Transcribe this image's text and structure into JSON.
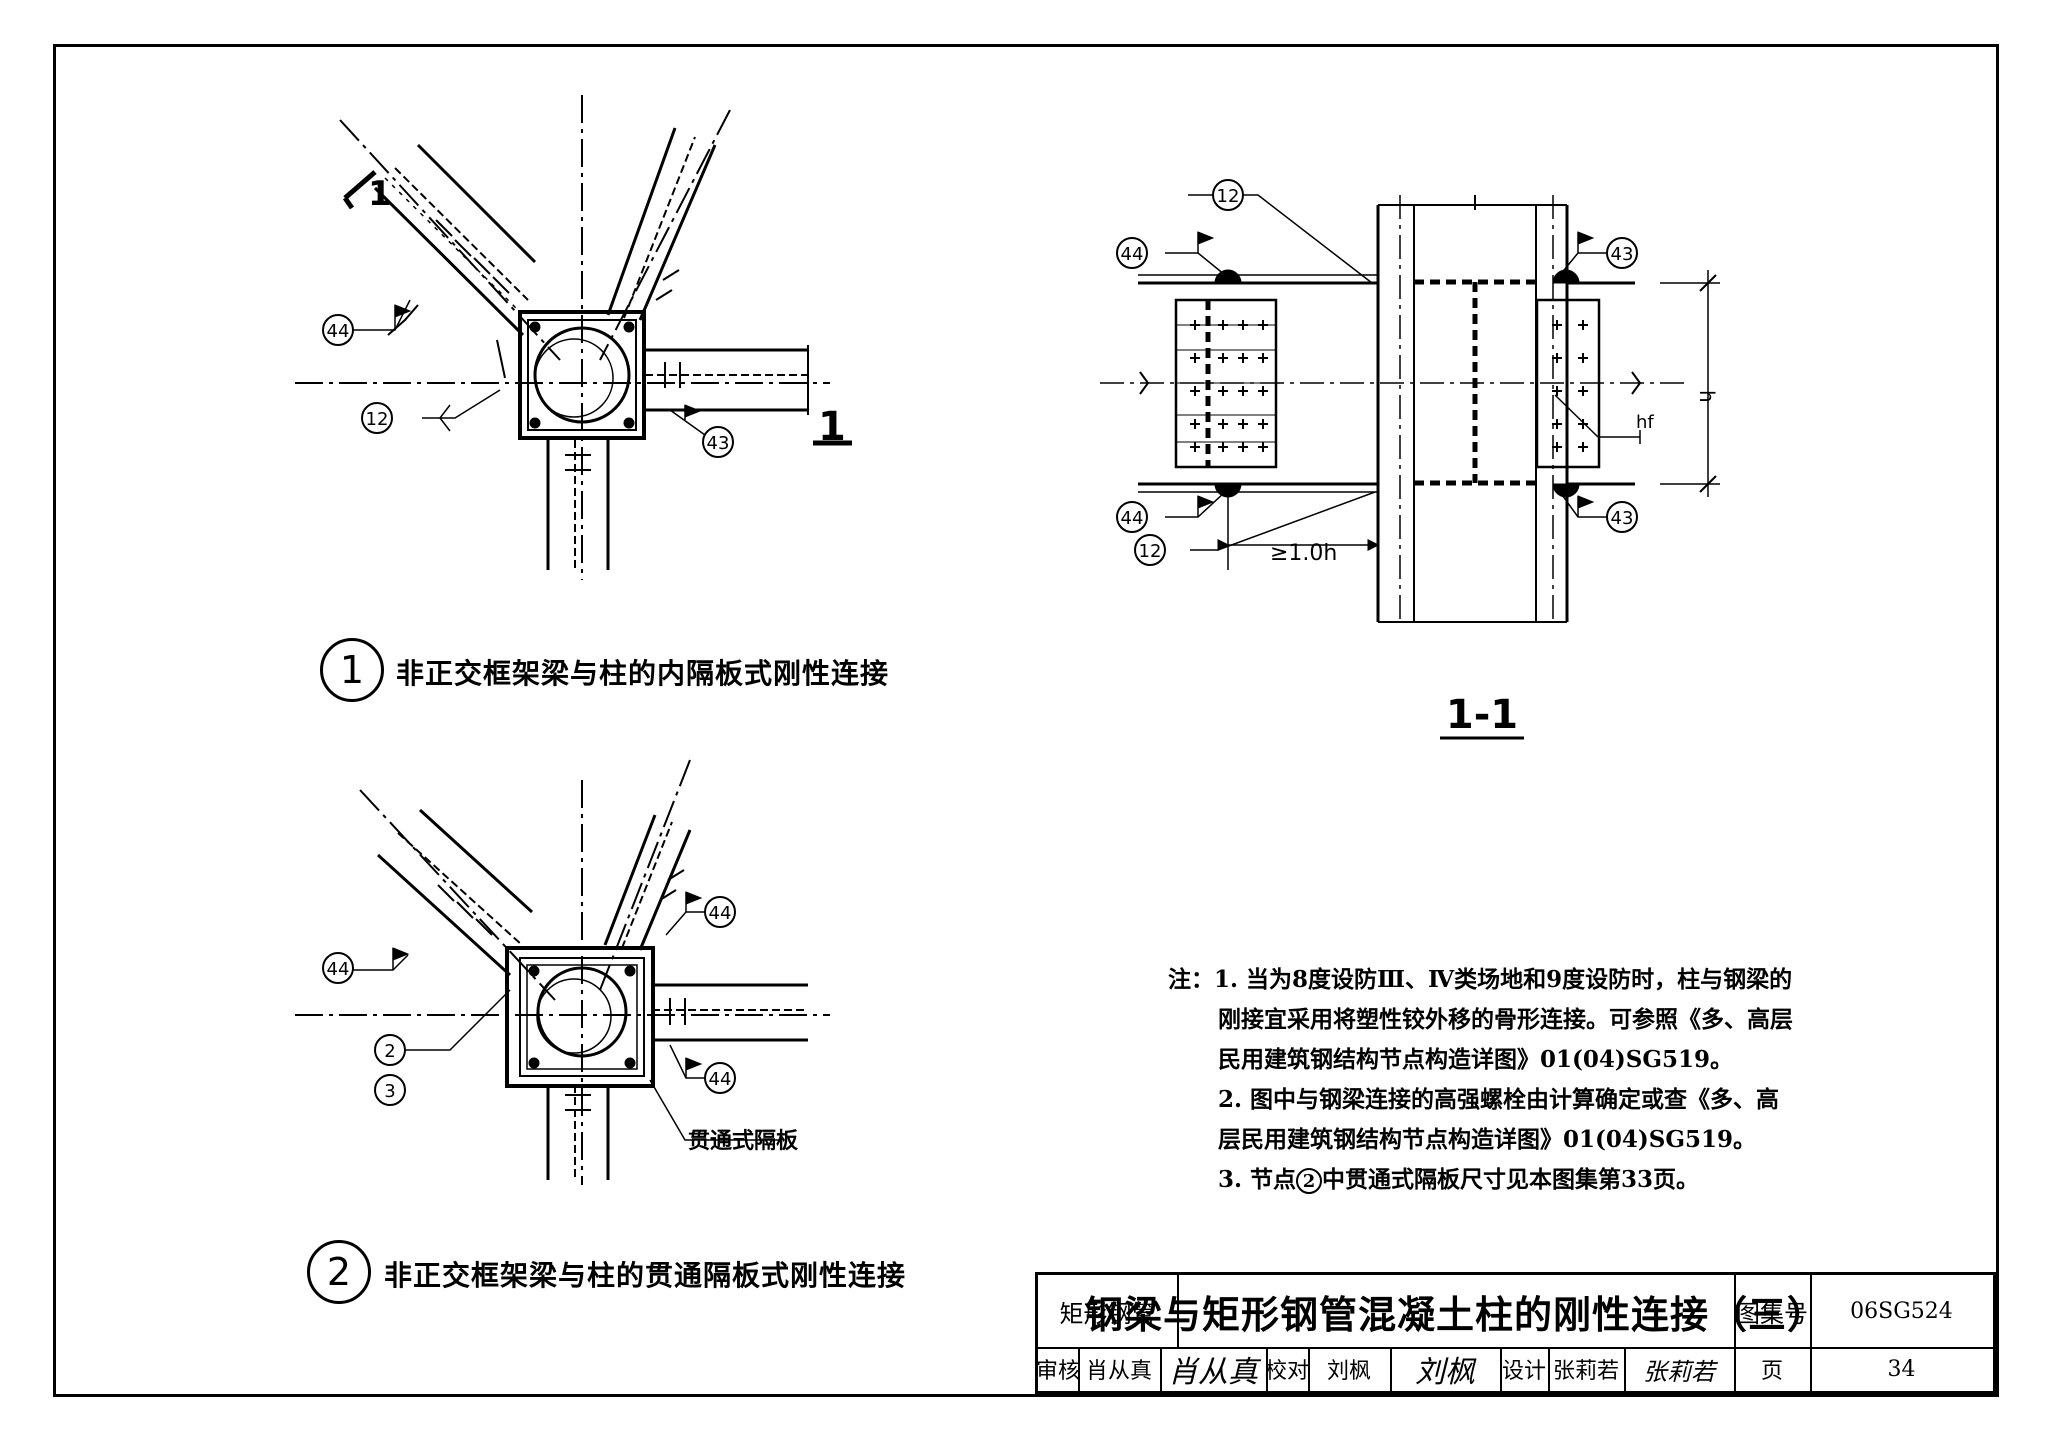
{
  "detail1": {
    "number": "1",
    "caption": "非正交框架梁与柱的内隔板式刚性连接"
  },
  "detail2": {
    "number": "2",
    "caption": "非正交框架梁与柱的贯通隔板式刚性连接",
    "plate_label": "贯通式隔板"
  },
  "section": {
    "title": "1-1",
    "cut_mark": "1",
    "dim_h": "h",
    "dim_hf": "hf",
    "dim_min": "≥1.0h"
  },
  "weld_refs": {
    "r12": "12",
    "r43": "43",
    "r44": "44",
    "r2": "2",
    "r3": "3"
  },
  "notes": {
    "prefix": "注：",
    "n1_a": "1. 当为8度设防Ⅲ、Ⅳ类场地和9度设防时，柱与钢梁的",
    "n1_b": "刚接宜采用将塑性铰外移的骨形连接。可参照《多、高层",
    "n1_c": "民用建筑钢结构节点构造详图》01(04)SG519。",
    "n2_a": "2. 图中与钢梁连接的高强螺栓由计算确定或查《多、高",
    "n2_b": "层民用建筑钢结构节点构造详图》01(04)SG519。",
    "n3_pre": "3. 节点",
    "n3_num": "2",
    "n3_post": "中贯通式隔板尺寸见本图集第33页。"
  },
  "title_block": {
    "category": "矩形钢管",
    "title": "钢梁与矩形钢管混凝土柱的刚性连接（三）",
    "atlas_label": "图集号",
    "atlas_no": "06SG524",
    "review_label": "审核",
    "review_name": "肖从真",
    "review_sig": "肖从真",
    "check_label": "校对",
    "check_name": "刘枫",
    "check_sig": "刘枫",
    "design_label": "设计",
    "design_name": "张莉若",
    "design_sig": "张莉若",
    "page_label": "页",
    "page_no": "34"
  }
}
